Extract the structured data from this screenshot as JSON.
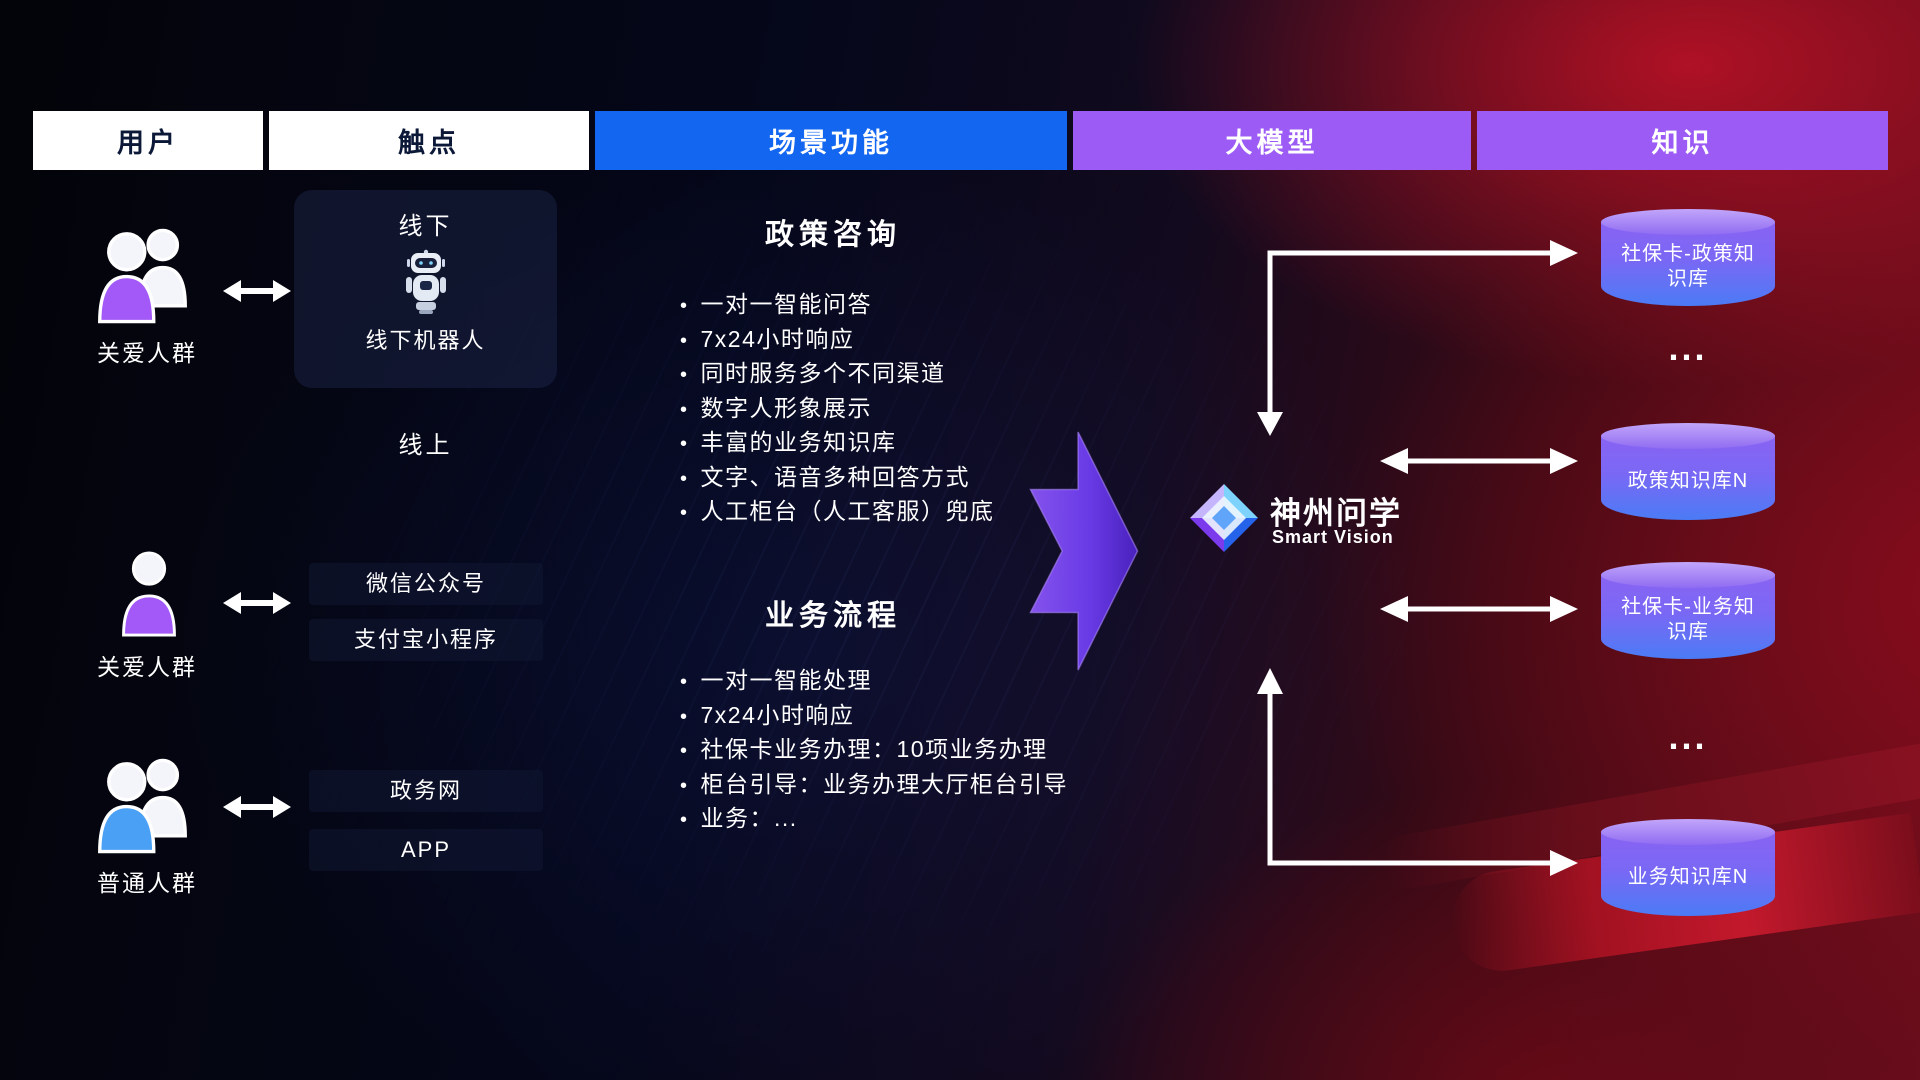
{
  "diagram": {
    "columns": [
      {
        "label": "用户",
        "style": "white"
      },
      {
        "label": "触点",
        "style": "white"
      },
      {
        "label": "场景功能",
        "style": "blue"
      },
      {
        "label": "大模型",
        "style": "purple"
      },
      {
        "label": "知识",
        "style": "purple"
      }
    ],
    "users": [
      {
        "label": "关爱人群",
        "icon": "people-group-icon",
        "color": "#a259f7"
      },
      {
        "label": "关爱人群",
        "icon": "person-icon",
        "color": "#a259f7"
      },
      {
        "label": "普通人群",
        "icon": "people-group-icon",
        "color": "#4aa0f5"
      }
    ],
    "touchpoints": {
      "offline_title": "线下",
      "offline_robot_label": "线下机器人",
      "online_title": "线上",
      "online_items": [
        "微信公众号",
        "支付宝小程序",
        "政务网",
        "APP"
      ]
    },
    "scenarios": [
      {
        "title": "政策咨询",
        "items": [
          "一对一智能问答",
          "7x24小时响应",
          "同时服务多个不同渠道",
          "数字人形象展示",
          "丰富的业务知识库",
          "文字、语音多种回答方式",
          "人工柜台（人工客服）兜底"
        ]
      },
      {
        "title": "业务流程",
        "items": [
          "一对一智能处理",
          "7x24小时响应",
          "社保卡业务办理：10项业务办理",
          "柜台引导：业务办理大厅柜台引导",
          "业务：..."
        ]
      }
    ],
    "model": {
      "name": "神州问学",
      "subtitle": "Smart Vision"
    },
    "knowledge": [
      {
        "kind": "db",
        "label": "社保卡-政策知识库"
      },
      {
        "kind": "ellipsis",
        "label": "..."
      },
      {
        "kind": "db",
        "label": "政策知识库N"
      },
      {
        "kind": "db",
        "label": "社保卡-业务知识库"
      },
      {
        "kind": "ellipsis",
        "label": "..."
      },
      {
        "kind": "db",
        "label": "业务知识库N"
      }
    ],
    "colors": {
      "header_blue": "#1366f0",
      "header_purple": "#9c5bf5",
      "user_purple": "#a259f7",
      "user_blue": "#4aa0f5",
      "cylinder_purple": "#8a63f2",
      "cylinder_blue": "#4b7bf5",
      "flow_arrow_purple": "#6d3df0",
      "connector_white": "#ffffff"
    },
    "icons": [
      "people-group-icon",
      "person-icon",
      "robot-icon",
      "double-arrow-icon",
      "flow-arrow-icon",
      "diamond-logo-icon",
      "database-cylinder",
      "connector-arrows"
    ]
  }
}
